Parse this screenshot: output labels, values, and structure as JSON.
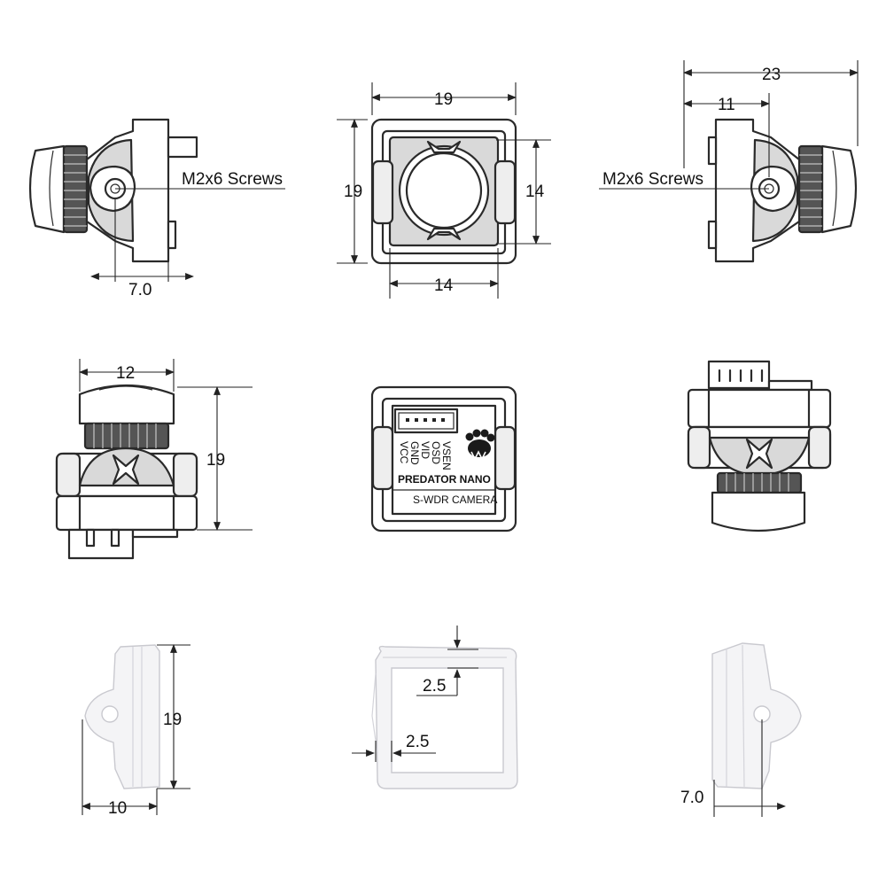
{
  "dims": {
    "tl_width": "7.0",
    "tl_screw": "M2x6 Screws",
    "tc_top": "19",
    "tc_left": "19",
    "tc_right": "14",
    "tc_bottom": "14",
    "tr_total": "23",
    "tr_part": "11",
    "tr_screw": "M2x6 Screws",
    "ml_top": "12",
    "ml_right": "19",
    "bl_height": "19",
    "bl_width": "10",
    "bc_top": "2.5",
    "bc_side": "2.5",
    "br_width": "7.0"
  },
  "back_label": {
    "pins": [
      "VSEN",
      "OSD",
      "VID",
      "GND",
      "VCC"
    ],
    "brand": "PREDATOR NANO",
    "subtitle": "S-WDR CAMERA"
  },
  "icons": [
    "paw-logo-icon"
  ]
}
